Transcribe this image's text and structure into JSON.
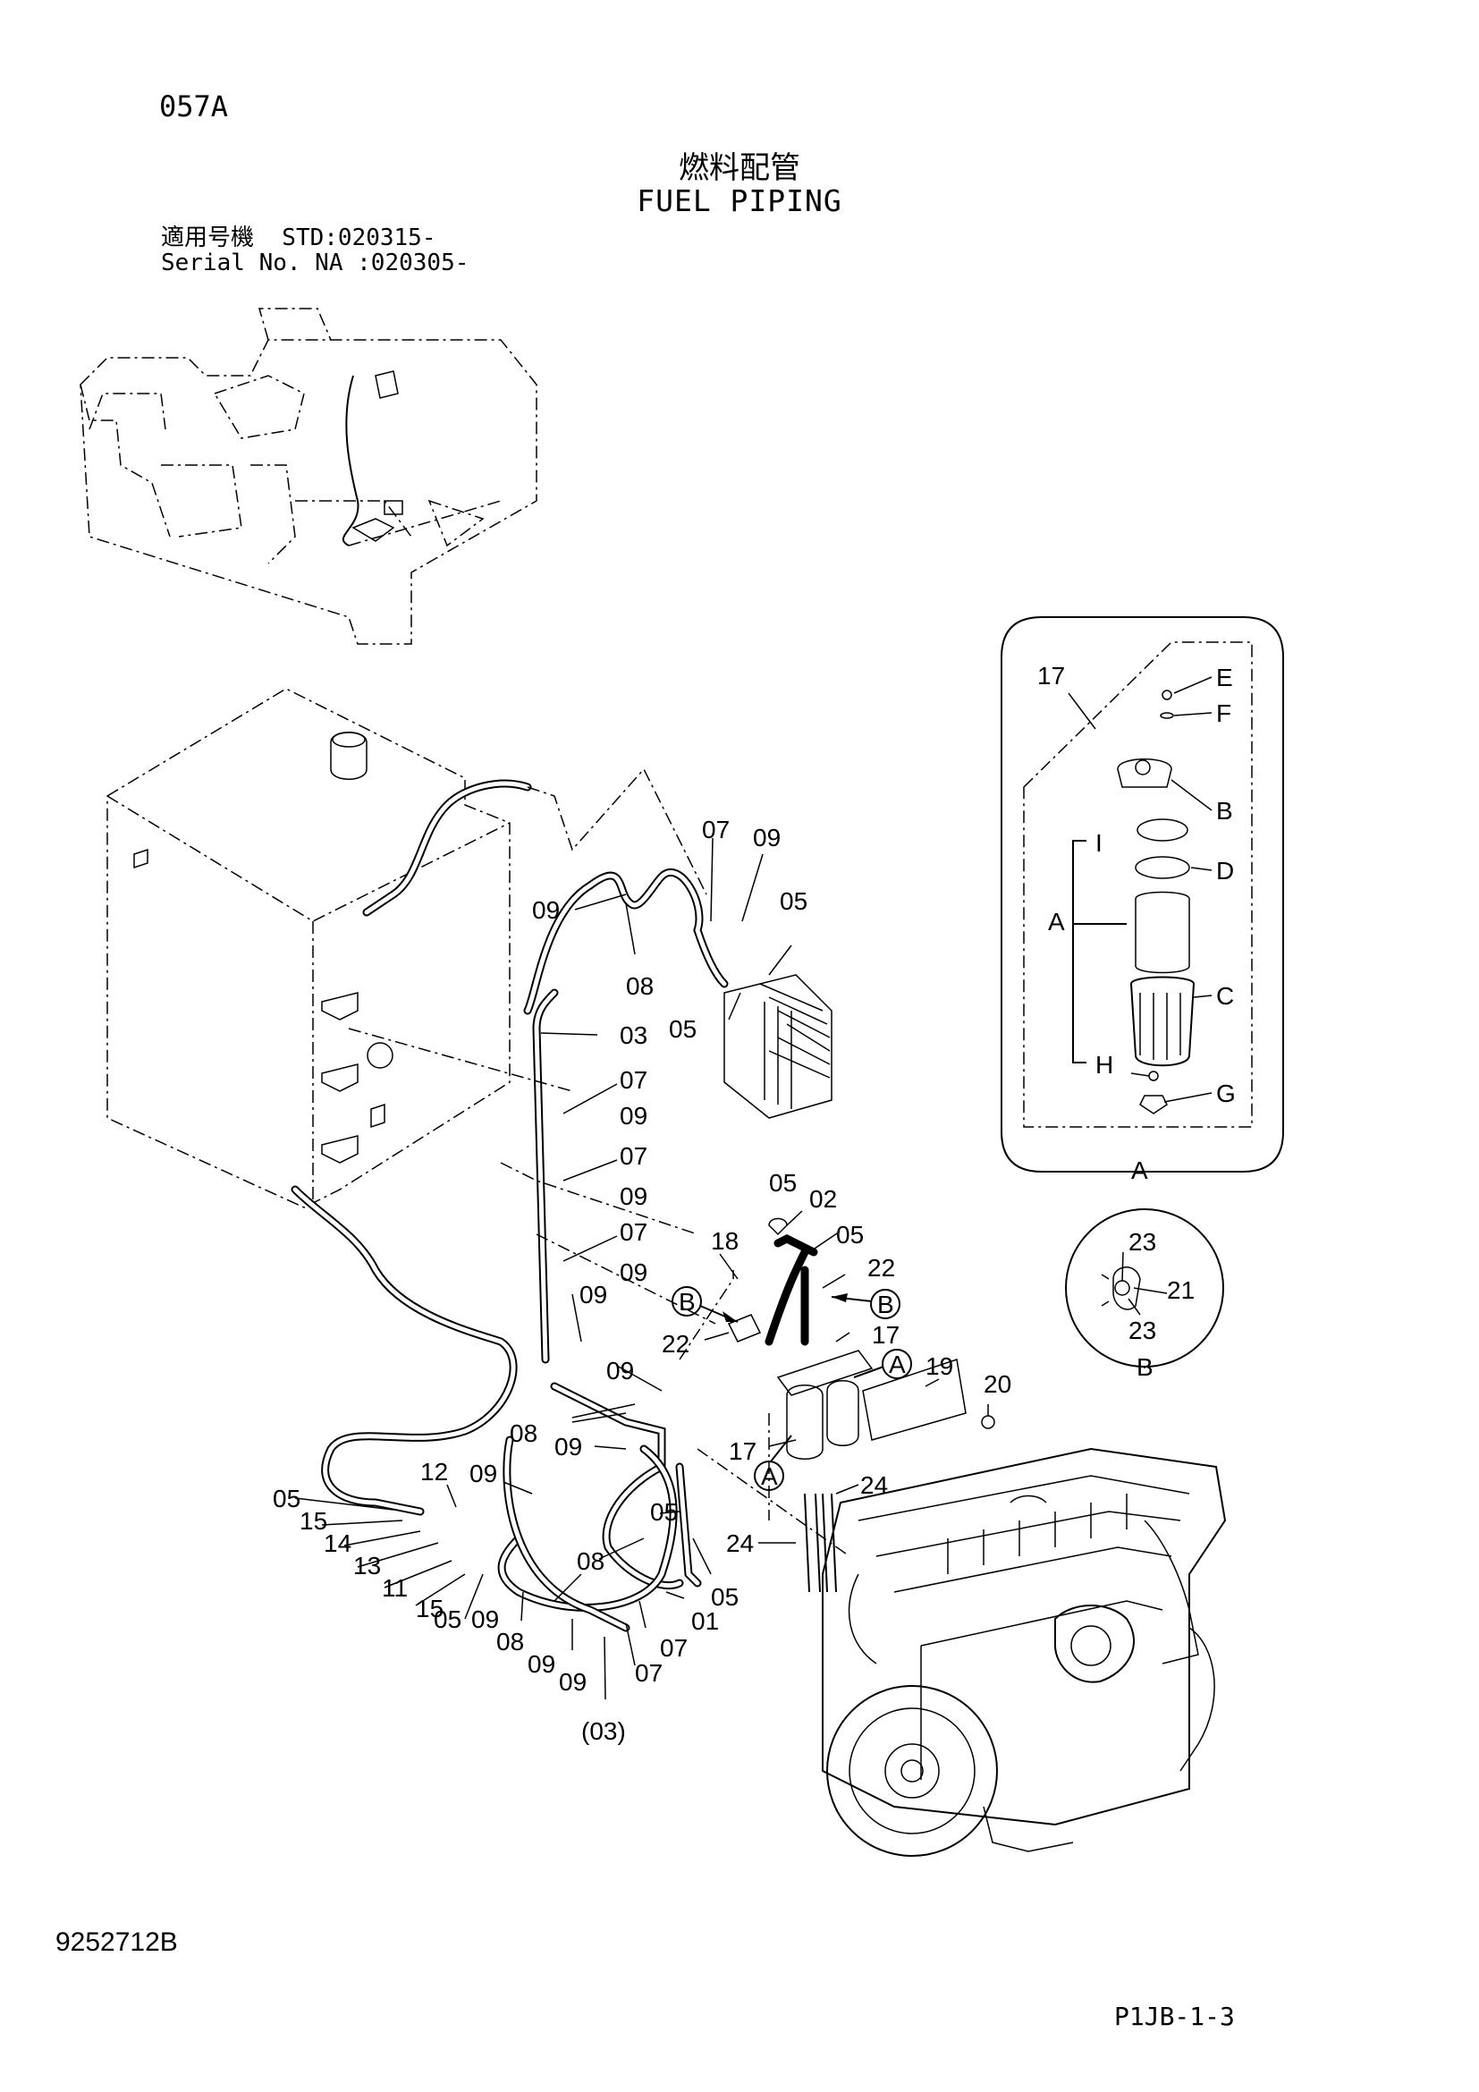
{
  "header": {
    "page_code": "057A",
    "title_jp": "燃料配管",
    "title_en": "FUEL PIPING",
    "serial_line1": "適用号機  STD:020315-",
    "serial_line2": "Serial No. NA :020305-"
  },
  "footer": {
    "doc_number": "9252712B",
    "sheet_code": "P1JB-1-3"
  },
  "detail_views": {
    "A": "A",
    "B": "B"
  },
  "callouts": [
    "17",
    "E",
    "F",
    "B",
    "I",
    "D",
    "A",
    "C",
    "H",
    "G",
    "07",
    "09",
    "05",
    "09",
    "08",
    "05",
    "03",
    "07",
    "09",
    "07",
    "09",
    "07",
    "09",
    "09",
    "09",
    "08",
    "05",
    "02",
    "05",
    "18",
    "22",
    "22",
    "17",
    "19",
    "20",
    "17",
    "24",
    "24",
    "12",
    "09",
    "09",
    "05",
    "15",
    "14",
    "13",
    "11",
    "15",
    "05",
    "09",
    "08",
    "08",
    "09",
    "07",
    "09",
    "07",
    "05",
    "01",
    "05",
    "(03)",
    "23",
    "21",
    "23"
  ],
  "callout_bubbles": [
    "B",
    "B",
    "A",
    "A"
  ]
}
